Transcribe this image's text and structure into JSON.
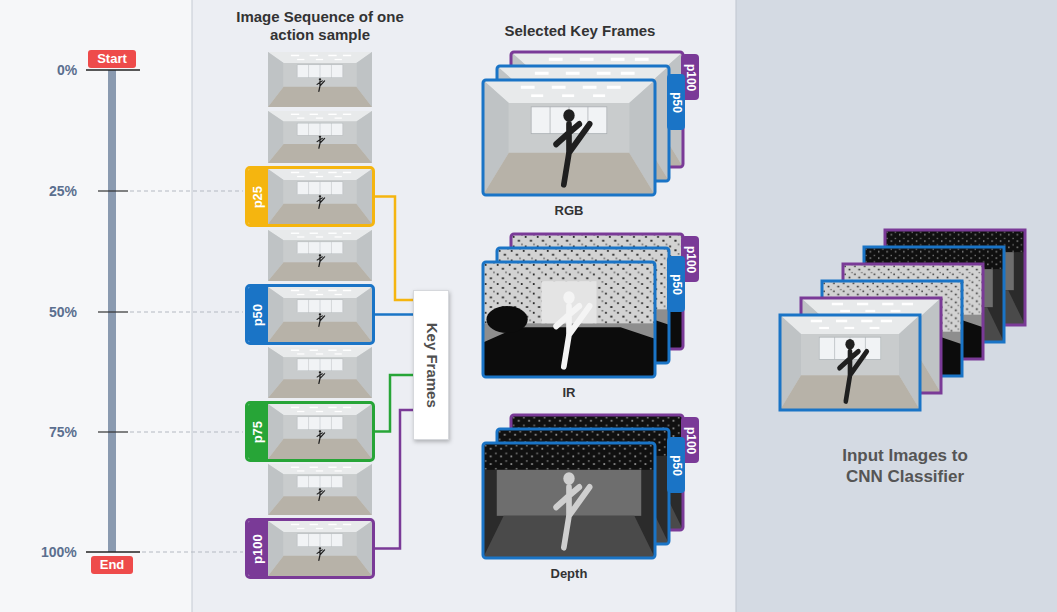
{
  "diagram": {
    "nodes": [
      {
        "text": [
          "Start"
        ]
      },
      {
        "text": [
          "End"
        ]
      },
      {
        "text": [
          "p25"
        ]
      },
      {
        "text": [
          "p50"
        ]
      },
      {
        "text": [
          "p75"
        ]
      },
      {
        "text": [
          "p100"
        ]
      },
      {
        "text": [
          "Key Frames"
        ]
      }
    ],
    "edges": [
      {
        "from": 2,
        "to": 6,
        "arrow": "none"
      },
      {
        "from": 3,
        "to": 6,
        "arrow": "none"
      },
      {
        "from": 4,
        "to": 6,
        "arrow": "none"
      },
      {
        "from": 5,
        "to": 6,
        "arrow": "none"
      }
    ],
    "labels": [
      "0%",
      "25%",
      "50%",
      "75%",
      "100%",
      "Image Sequence of one action sample",
      "Selected Key Frames",
      "p100",
      "p50",
      "RGB",
      "p100",
      "p50",
      "IR",
      "p100",
      "p50",
      "Depth",
      "Input Images to CNN Classifier"
    ]
  }
}
